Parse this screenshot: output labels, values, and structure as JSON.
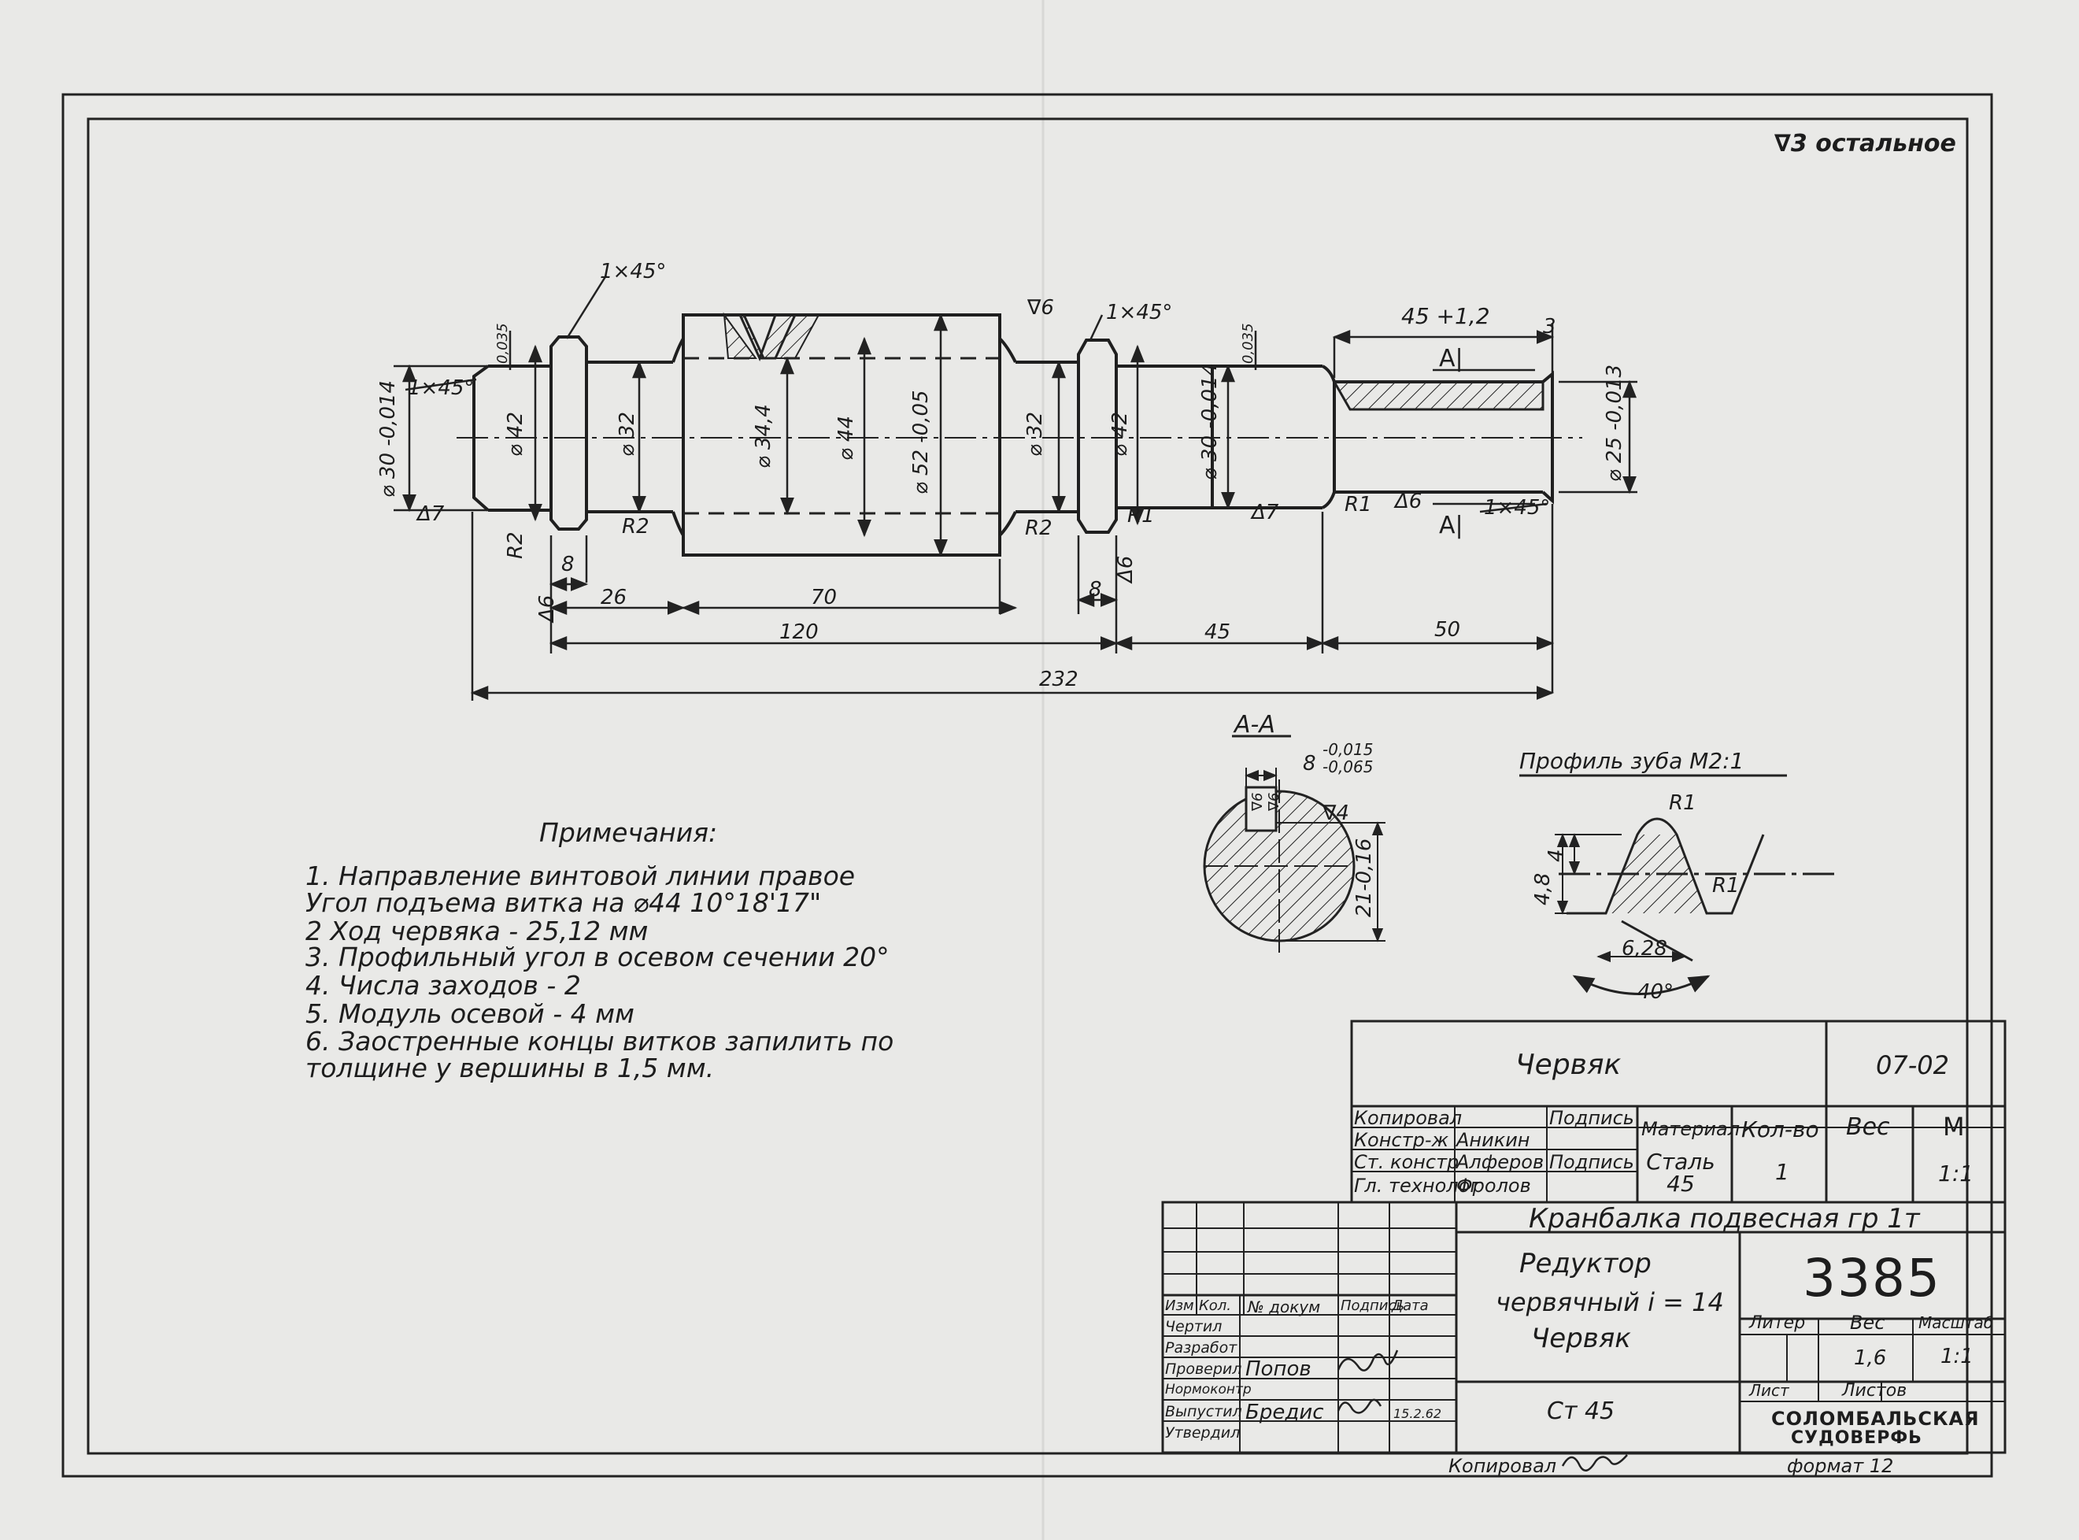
{
  "surface_finish": "∇3 остальное",
  "dimensions": {
    "chamfer_left": "1×45°",
    "chamfer_left2": "1×45°",
    "chamfer_mid": "1×45°",
    "chamfer_right": "1×45°",
    "tol_0035_left": "0,035",
    "tol_0035_right": "0,035",
    "d30_left": "⌀ 30 -0,014",
    "d42_left": "⌀ 42",
    "d32_left": "⌀ 32",
    "d34": "⌀ 34,4",
    "d44": "⌀ 44",
    "d52": "⌀ 52 -0,05",
    "d32_right": "⌀ 32",
    "d42_right": "⌀ 42",
    "d30_right": "⌀ 30 -0,014",
    "d25": "⌀ 25 -0,013",
    "rough6_top": "∇6",
    "rough7_left": "Δ7",
    "rough7_right": "Δ7",
    "rough6_right": "Δ6",
    "rough6_bottom": "Δ6",
    "rough6_left": "Δ6",
    "r2_left": "R2",
    "r2_a": "R2",
    "r2_b": "R2",
    "r1_a": "R1",
    "r1_b": "R1",
    "len_45_tol": "45 +1,2",
    "len_3": "3",
    "section_a_top": "A|",
    "section_a_bottom": "A|",
    "len_8a": "8",
    "len_8b": "8",
    "len_26": "26",
    "len_70": "70",
    "len_120": "120",
    "len_45": "45",
    "len_50": "50",
    "len_232": "232"
  },
  "section": {
    "title": "A-A",
    "key_width": "8",
    "key_tol_upper": "-0,015",
    "key_tol_lower": "-0,065",
    "rough_a": "∇6",
    "rough_b": "∇6",
    "rough_c": "∇4",
    "depth": "21-0,16"
  },
  "tooth_profile": {
    "title": "Профиль зуба М2:1",
    "r1_top": "R1",
    "r1_bottom": "R1",
    "h_48": "4,8",
    "h_4": "4",
    "pitch": "6,28",
    "angle": "40°"
  },
  "notes": {
    "title": "Примечания:",
    "lines": [
      "1.  Направление винтовой линии правое",
      "     Угол подъема витка на ⌀44  10°18'17\"",
      "2  Ход  червяка  - 25,12 мм",
      "3.  Профильный угол в осевом сечении 20°",
      "4.  Числа заходов - 2",
      "5.  Модуль осевой - 4 мм",
      "6.  Заостренные концы витков запилить по",
      "     толщине  у вершины   в 1,5 мм."
    ]
  },
  "upper_block": {
    "part_name": "Червяк",
    "part_code": "07-02",
    "copied": "Копировал",
    "designer_role": "Констр-ж",
    "designer": "Аникин",
    "senior_role": "Ст. констр",
    "senior": "Алферов",
    "tech_role": "Гл. технолог",
    "tech": "Фролов",
    "sign_header": "Подпись",
    "sign_value": "Подпись",
    "material_header": "Материал",
    "material_value": "Сталь 45",
    "qty_header": "Кол-во",
    "qty_value": "1",
    "weight_header": "Вес",
    "scale_header": "М",
    "scale_value": "1:1"
  },
  "lower_block": {
    "assembly": "Кранбалка подвесная гр 1т",
    "title_lines": [
      "Редуктор",
      "червячный  i = 14",
      "Червяк"
    ],
    "doc_number": "3385",
    "material": "Ст 45",
    "col_izm": "Изм",
    "col_kol": "Кол.",
    "col_doc": "№ докум",
    "col_sign": "Подпись",
    "col_date": "Дата",
    "roles": [
      "Чертил",
      "Разработ",
      "Проверил",
      "Нормоконтр",
      "Выпустил",
      "Утвердил"
    ],
    "checker": "Попов",
    "issuer": "Бредис",
    "issue_date": "15.2.62",
    "liter_header": "Литер",
    "weight_header": "Вес",
    "scale_header": "Масштаб",
    "weight_value": "1,6",
    "scale_value": "1:1",
    "sheet_label": "Лист",
    "sheets_label": "Листов",
    "org_line1": "СОЛОМБАЛЬСКАЯ",
    "org_line2": "СУДОВЕРФЬ"
  },
  "footer": {
    "copied_by": "Копировал",
    "format": "формат 12"
  }
}
